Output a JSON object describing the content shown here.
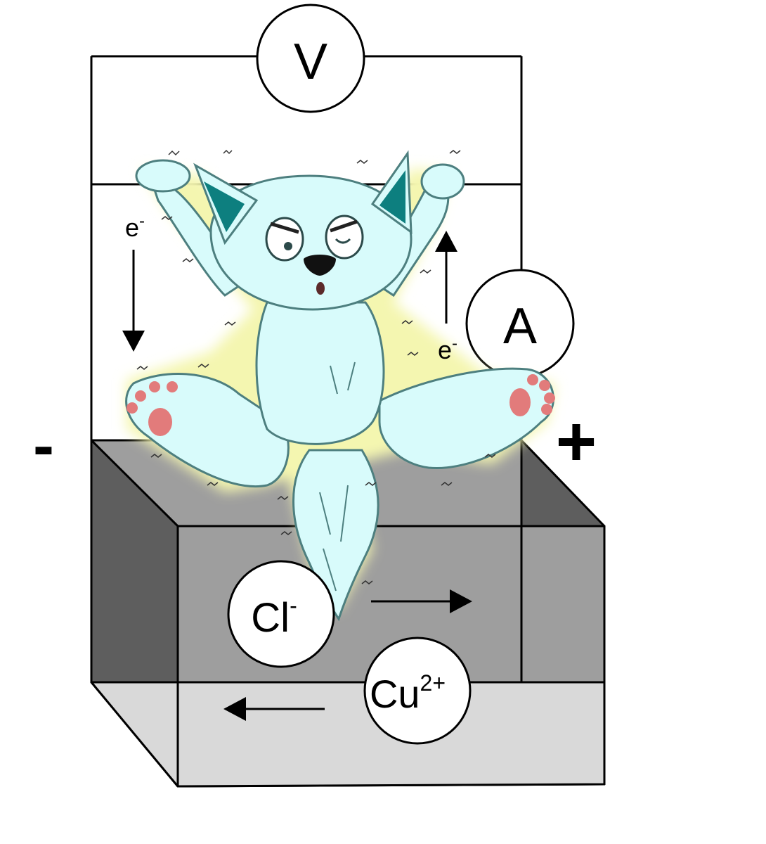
{
  "circuit": {
    "voltmeter_label": "V",
    "ammeter_label": "A",
    "electron_left": {
      "base": "e",
      "sup": "-"
    },
    "electron_right": {
      "base": "e",
      "sup": "-"
    },
    "negative_terminal": "-",
    "positive_terminal": "+"
  },
  "ions": {
    "chloride": {
      "base": "Cl",
      "sup": "-"
    },
    "copper": {
      "base": "Cu",
      "sup": "2+"
    }
  },
  "colors": {
    "creature_fur": "#d8fbfb",
    "creature_outline": "#4d7f7f",
    "creature_glow": "#f4f6b0",
    "ear_inner": "#0d7f7f",
    "paw_pad": "#e27b7b",
    "tank_side_dark": "#5e5e5e",
    "tank_back": "#9e9e9e",
    "tank_light": "#d9d9d9"
  }
}
